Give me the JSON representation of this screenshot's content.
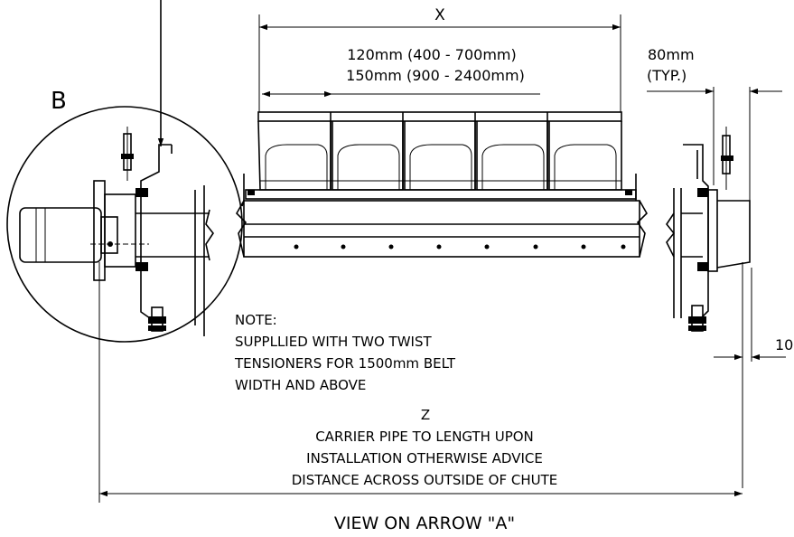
{
  "labels": {
    "x_dim": "X",
    "blade_size_1": "120mm (400 - 700mm)",
    "blade_size_2": "150mm (900 - 2400mm)",
    "offset_1": "80mm",
    "offset_2": "(TYP.)",
    "detail": "B",
    "gap": "10",
    "z_dim": "Z",
    "note_title": "NOTE:",
    "note_1": "SUPPLLIED WITH TWO TWIST",
    "note_2": "TENSIONERS FOR 1500mm BELT",
    "note_3": "WIDTH AND ABOVE",
    "z_note_1": "CARRIER PIPE TO LENGTH UPON",
    "z_note_2": "INSTALLATION OTHERWISE ADVICE",
    "z_note_3": "DISTANCE ACROSS OUTSIDE OF CHUTE",
    "view_title": "VIEW ON ARROW \"A\""
  }
}
